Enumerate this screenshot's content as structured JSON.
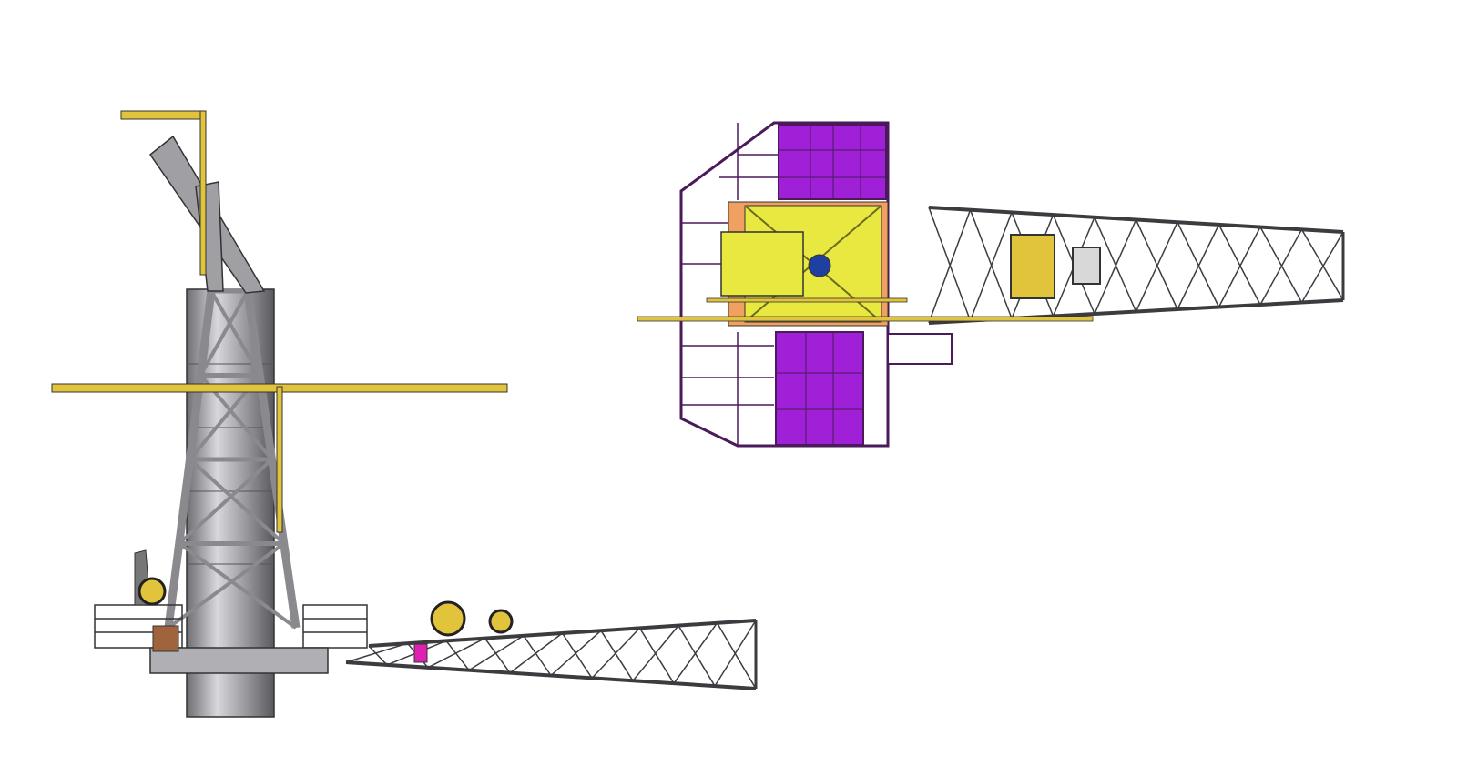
{
  "colors": {
    "steel": "#9a9a9e",
    "steel_dark": "#3c3c40",
    "yellow": "#e2c43c",
    "bright_yellow": "#e8e840",
    "purple": "#a020d8",
    "purple_outline": "#4a1a5a",
    "orange": "#f0a060",
    "magenta": "#e020b0"
  },
  "side_view": {
    "boom_panels": 10,
    "mast_panels": 4
  },
  "top_view": {
    "boom_panels": 10
  }
}
